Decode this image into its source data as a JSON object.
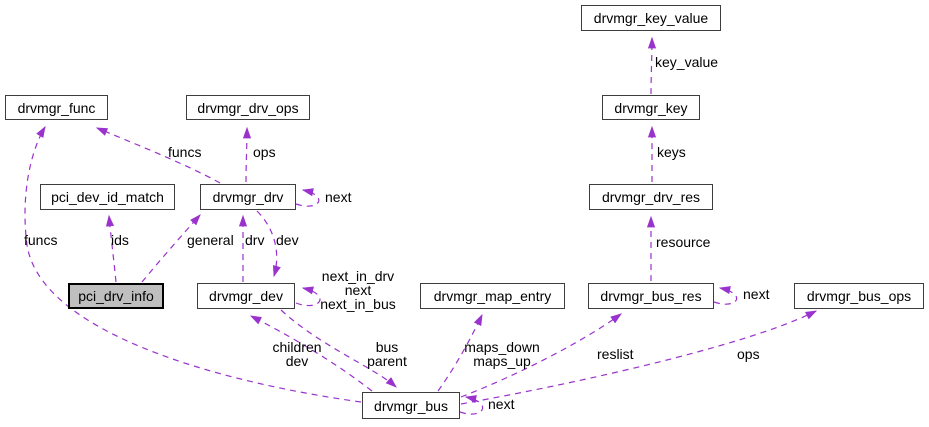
{
  "diagram": {
    "type": "collaboration-graph",
    "edge_color": "#9a32cd",
    "node_fill": "#ffffff",
    "highlight_fill": "#bfbfbf",
    "background": "#ffffff"
  },
  "nodes": {
    "drvmgr_key_value": {
      "label": "drvmgr_key_value"
    },
    "drvmgr_func": {
      "label": "drvmgr_func"
    },
    "drvmgr_drv_ops": {
      "label": "drvmgr_drv_ops"
    },
    "drvmgr_key": {
      "label": "drvmgr_key"
    },
    "pci_dev_id_match": {
      "label": "pci_dev_id_match"
    },
    "drvmgr_drv": {
      "label": "drvmgr_drv"
    },
    "drvmgr_drv_res": {
      "label": "drvmgr_drv_res"
    },
    "pci_drv_info": {
      "label": "pci_drv_info",
      "highlighted": true
    },
    "drvmgr_dev": {
      "label": "drvmgr_dev"
    },
    "drvmgr_map_entry": {
      "label": "drvmgr_map_entry"
    },
    "drvmgr_bus_res": {
      "label": "drvmgr_bus_res"
    },
    "drvmgr_bus_ops": {
      "label": "drvmgr_bus_ops"
    },
    "drvmgr_bus": {
      "label": "drvmgr_bus"
    }
  },
  "edge_labels": {
    "key_value": "key_value",
    "keys": "keys",
    "resource": "resource",
    "funcs_drv": "funcs",
    "ops_drv": "ops",
    "next_drv": "next",
    "funcs_bus": "funcs",
    "ids": "ids",
    "general": "general",
    "drv": "drv",
    "dev": "dev",
    "dev_loop": "next_in_drv\nnext\nnext_in_bus",
    "next_bus_res": "next",
    "children_dev": "children\ndev",
    "bus_parent": "bus\nparent",
    "maps": "maps_down\nmaps_up",
    "reslist": "reslist",
    "ops_bus": "ops",
    "next_bus": "next"
  }
}
